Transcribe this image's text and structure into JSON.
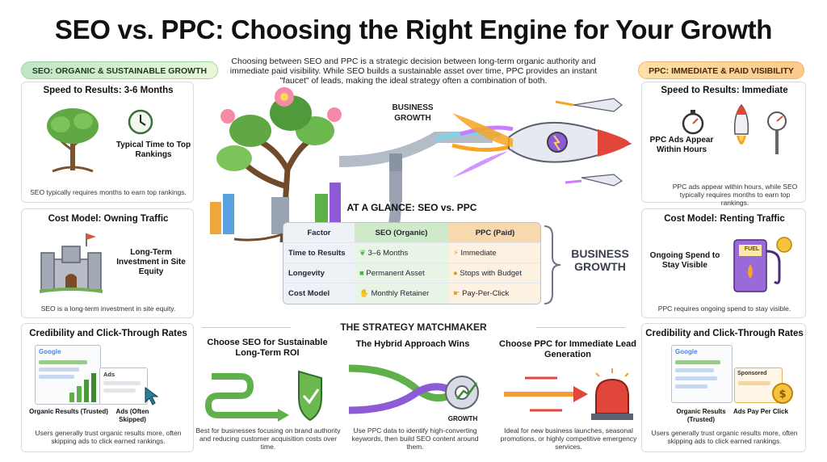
{
  "title": "SEO vs. PPC: Choosing the Right Engine for Your Growth",
  "intro": "Choosing between SEO and PPC is a strategic decision between long-term organic authority and immediate paid visibility. While SEO builds a sustainable asset over time, PPC provides an instant \"faucet\" of leads, making the ideal strategy often a combination of both.",
  "seo": {
    "header": "SEO: ORGANIC & SUSTAINABLE GROWTH",
    "speed": {
      "title": "Speed to Results: 3-6 Months",
      "label": "Typical Time to Top Rankings",
      "caption": "SEO typically requires months to earn top rankings."
    },
    "cost": {
      "title": "Cost Model: Owning Traffic",
      "label": "Long-Term Investment in Site Equity",
      "caption": "SEO is a long-term investment in site equity."
    },
    "cred": {
      "title": "Credibility and Click-Through Rates",
      "brand": "Google",
      "ads_tag": "Ads",
      "label_a": "Organic Results (Trusted)",
      "label_b": "Ads (Often Skipped)",
      "caption": "Users generally trust organic results more, often skipping ads to click earned rankings."
    }
  },
  "ppc": {
    "header": "PPC: IMMEDIATE & PAID VISIBILITY",
    "speed": {
      "title": "Speed to Results: Immediate",
      "label": "PPC Ads Appear Within Hours",
      "caption": "PPC ads appear within hours, while SEO typically requires months to earn top rankings."
    },
    "cost": {
      "title": "Cost Model: Renting Traffic",
      "label": "Ongoing Spend to Stay Visible",
      "pump": "FUEL",
      "caption": "PPC requires ongoing spend to stay visible."
    },
    "cred": {
      "title": "Credibility and Click-Through Rates",
      "brand": "Google",
      "ads_tag": "Sponsored",
      "label_a": "Organic Results (Trusted)",
      "label_b": "Ads Pay Per Click",
      "caption": "Users generally trust organic results more, often skipping ads to click earned rankings."
    }
  },
  "center": {
    "pipe_label": "BUSINESS GROWTH",
    "side_label": "BUSINESS GROWTH",
    "table_title": "AT A GLANCE: SEO vs. PPC",
    "table": {
      "headers": [
        "Factor",
        "SEO (Organic)",
        "PPC (Paid)"
      ],
      "rows": [
        {
          "factor": "Time to Results",
          "seo": "3–6 Months",
          "ppc": "Immediate"
        },
        {
          "factor": "Longevity",
          "seo": "Permanent Asset",
          "ppc": "Stops with Budget"
        },
        {
          "factor": "Cost Model",
          "seo": "Monthly Retainer",
          "ppc": "Pay-Per-Click"
        }
      ]
    }
  },
  "matchmaker": {
    "title": "THE STRATEGY MATCHMAKER",
    "seo": {
      "title": "Choose SEO for Sustainable Long-Term ROI",
      "caption": "Best for businesses focusing on brand authority and reducing customer acquisition costs over time."
    },
    "hybrid": {
      "title": "The Hybrid Approach Wins",
      "gear_label": "GROWTH",
      "caption": "Use PPC data to identify high-converting keywords, then build SEO content around them."
    },
    "ppc": {
      "title": "Choose PPC for Immediate Lead Generation",
      "caption": "Ideal for new business launches, seasonal promotions, or highly competitive emergency services."
    }
  },
  "colors": {
    "seo_green": "#4caf50",
    "ppc_orange": "#f39c34",
    "rocket_purple": "#8e5bd6",
    "pipe": "#9aa3b2"
  }
}
